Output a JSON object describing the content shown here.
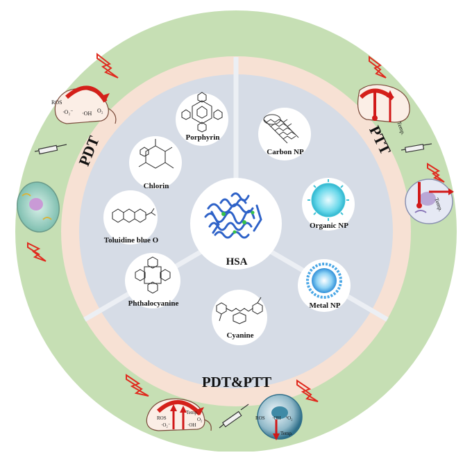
{
  "center": {
    "label": "HSA"
  },
  "sections": {
    "pdt": "PDT",
    "ptt": "PTT",
    "combo": "PDT&PTT"
  },
  "agents": {
    "porphyrin": "Porphyrin",
    "chlorin": "Chlorin",
    "toluidine": "Toluidine blue O",
    "phthalocyanine": "Phthalocyanine",
    "cyanine": "Cyanine",
    "carbon": "Carbon NP",
    "organic": "Organic NP",
    "metal": "Metal NP"
  },
  "annotations": {
    "ros": "ROS",
    "o2_radical": "·O₂⁻",
    "oh": "·OH",
    "o2": "O₂",
    "singlet": "¹O₂",
    "temp": "Temp."
  },
  "colors": {
    "outer_ring": "#c6dfb4",
    "middle_ring": "#f7e1d4",
    "inner_disc": "#d6dce6",
    "divider": "#e9ecf2",
    "lightning": "#e02a1e",
    "thermo": "#d11919",
    "protein": "#2e62c8",
    "organic_np": "#5fd6e8",
    "metal_np": "#6ec3ee"
  }
}
